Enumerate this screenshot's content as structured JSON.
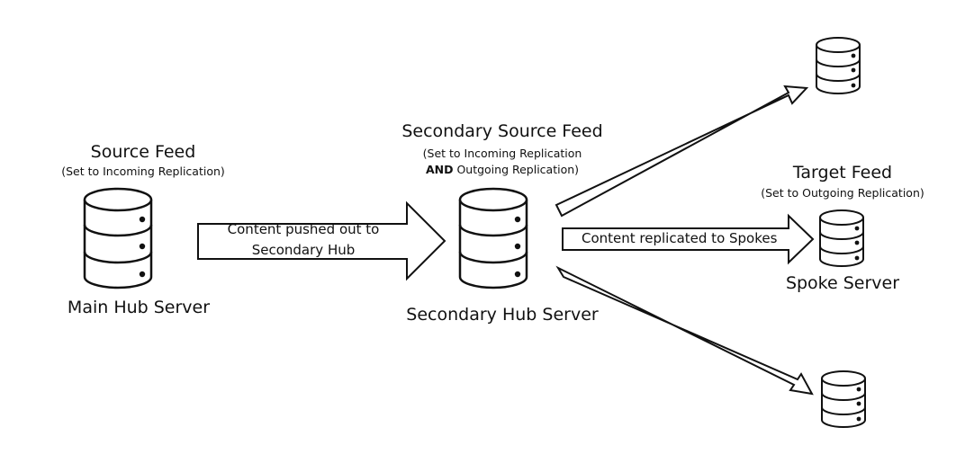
{
  "source": {
    "title": "Source Feed",
    "subtitle": "(Set to Incoming Replication)",
    "server": "Main Hub Server"
  },
  "push_arrow": {
    "line1": "Content pushed out to",
    "line2": "Secondary Hub"
  },
  "secondary": {
    "title": "Secondary Source Feed",
    "subtitle_line1": "(Set to Incoming  Replication",
    "subtitle_bold": "AND",
    "subtitle_line2_rest": " Outgoing Replication)",
    "server": "Secondary Hub Server"
  },
  "replicate_arrow": {
    "label": "Content replicated to Spokes"
  },
  "target": {
    "title": "Target Feed",
    "subtitle": "(Set to Outgoing Replication)",
    "server": "Spoke Server"
  },
  "colors": {
    "stroke": "#111111",
    "fill": "#ffffff"
  }
}
